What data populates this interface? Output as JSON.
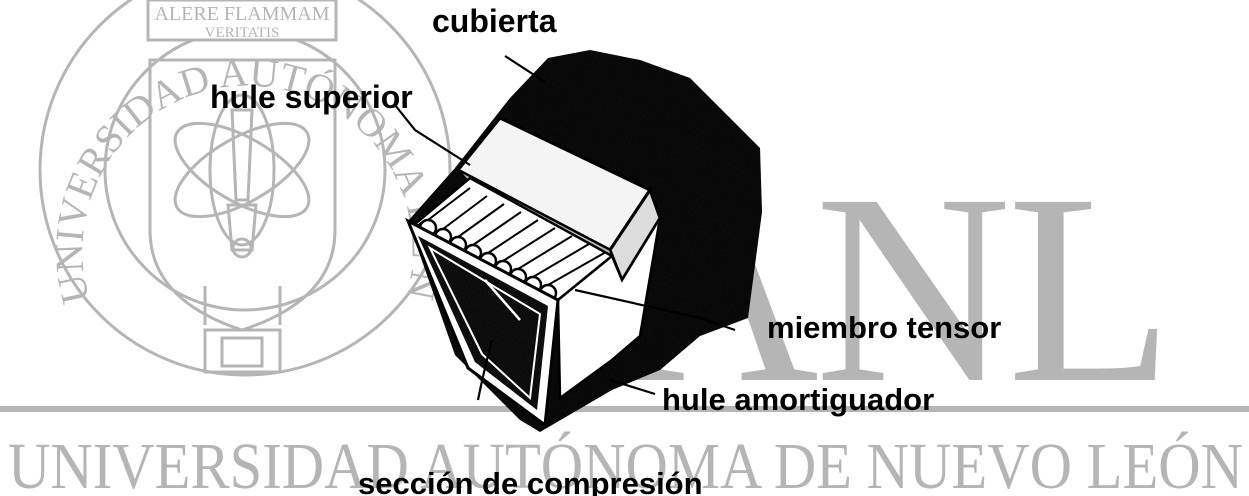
{
  "watermark": {
    "seal_motto_line1": "ALERE FLAMMAM",
    "seal_motto_line2": "VERITATIS",
    "seal_ring_text": "UNIVERSIDAD AUTÓNOMA DE NUEVO LEÓN",
    "big_letters": "UANL",
    "bottom_text": "UNIVERSIDAD AUTÓNOMA DE NUEVO LEÓN",
    "color": "#b5b5b5"
  },
  "diagram": {
    "labels": {
      "cubierta": "cubierta",
      "hule_superior": "hule superior",
      "miembro_tensor": "miembro tensor",
      "hule_amortiguador": "hule amortiguador",
      "seccion_compresion": "sección de compresión"
    },
    "colors": {
      "ink": "#000000",
      "cover_texture": "#2a2a2a",
      "rubber": "#f4f4f4"
    }
  }
}
